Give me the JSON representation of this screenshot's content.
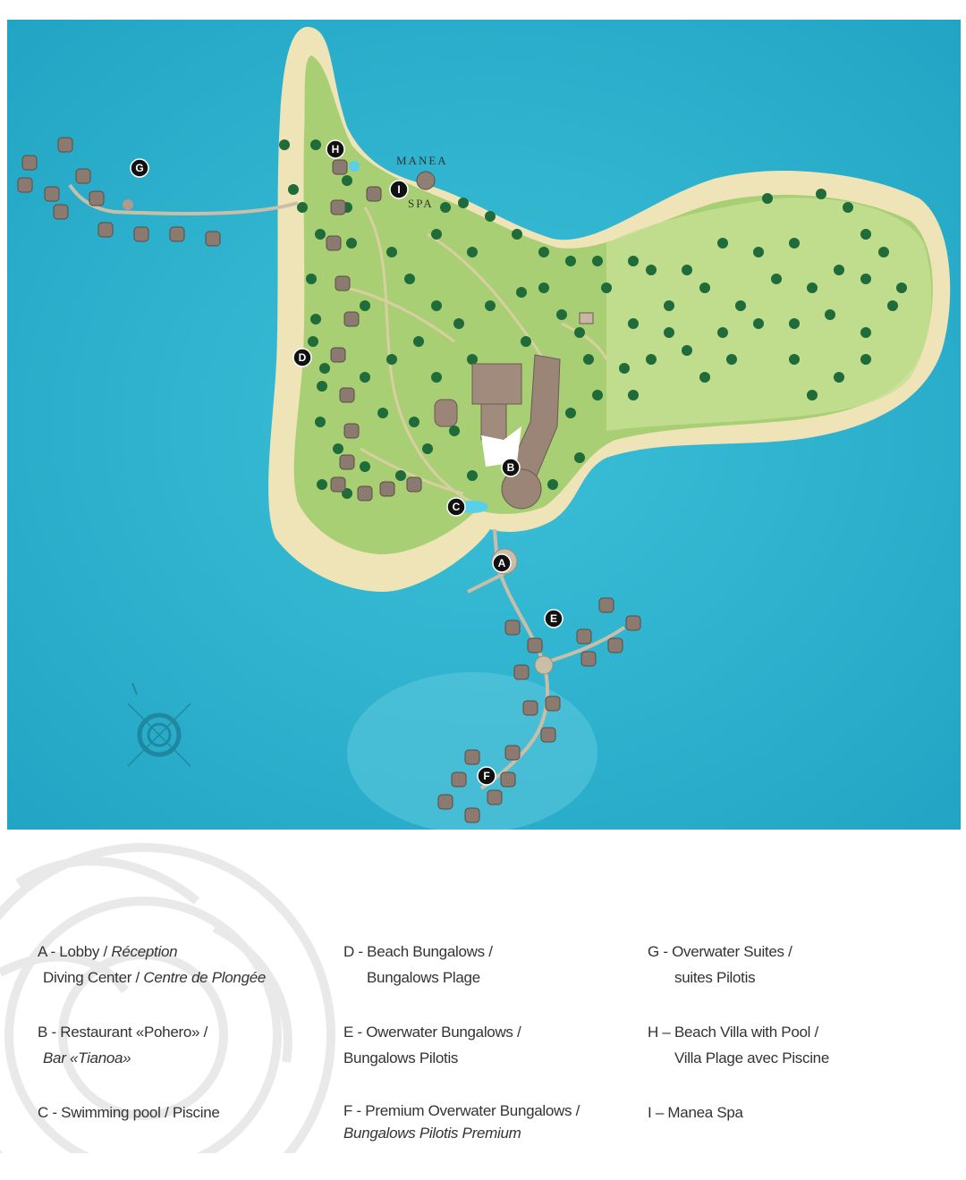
{
  "map": {
    "labels": {
      "manea": "Manea",
      "spa": "Spa"
    },
    "markers": [
      "A",
      "B",
      "C",
      "D",
      "E",
      "F",
      "G",
      "H",
      "I"
    ],
    "colors": {
      "sea": "#2fb4d0",
      "sand": "#efe3b8",
      "grass": "#a8cf72",
      "tree": "#1f6b3a",
      "roof": "#8a7a70",
      "marker": "#111111"
    }
  },
  "legend": {
    "col1": [
      {
        "code_label": "A - Lobby / ",
        "fr": "Réception",
        "line2_a": "Diving Center / ",
        "line2_b": "Centre de Plongée"
      },
      {
        "code_label": "B - Restaurant «Pohero» / ",
        "line2_b": "Bar «Tianoa»"
      },
      {
        "code_label": "C - Swimming pool / Piscine"
      }
    ],
    "col2": [
      {
        "code_label": "D - Beach Bungalows /",
        "line2_a": "Bungalows Plage"
      },
      {
        "code_label": "E - Owerwater Bungalows /",
        "line2_a": "Bungalows Pilotis"
      },
      {
        "code_label": "F - Premium Overwater Bungalows /",
        "line2_b": "Bungalows Pilotis Premium"
      }
    ],
    "col3": [
      {
        "code_label": "G - Overwater Suites /",
        "line2_a": "suites Pilotis"
      },
      {
        "code_label": "H – Beach Villa with Pool /",
        "line2_a": "Villa Plage avec Piscine"
      },
      {
        "code_label": "I – Manea Spa"
      }
    ]
  }
}
